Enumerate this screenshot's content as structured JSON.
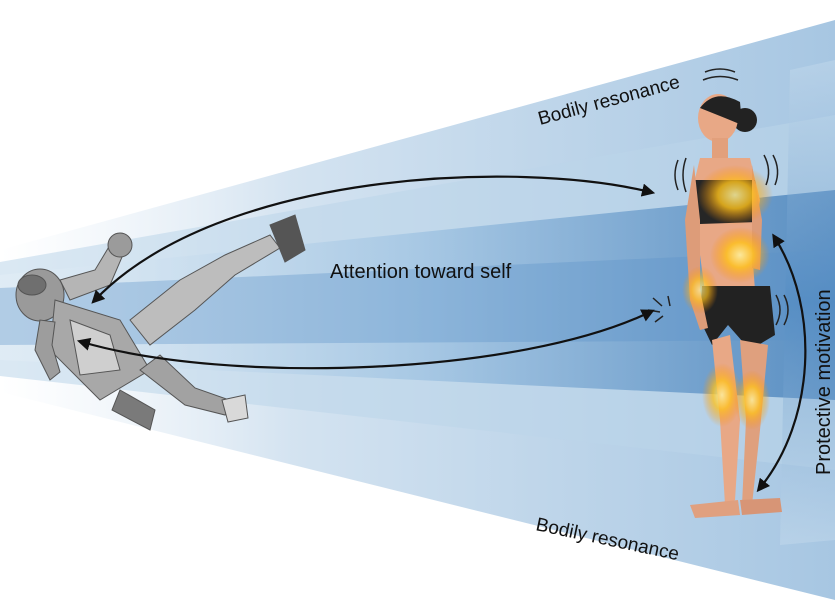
{
  "labels": {
    "bodily_resonance_top": "Bodily resonance",
    "bodily_resonance_bottom": "Bodily resonance",
    "attention": "Attention toward self",
    "protective": "Protective motivation"
  },
  "figures": {
    "left": "falling-person-illustration",
    "right": "standing-woman-illustration"
  },
  "colors": {
    "beam_light": "#dbe9f4",
    "beam_mid": "#a9c9e3",
    "beam_dark": "#3f7ab6",
    "arrow": "#111111",
    "pain_glow": "#ffb300",
    "skin": "#e8a886",
    "clothing": "#222222",
    "gray_figure": "#8c8c8c"
  }
}
